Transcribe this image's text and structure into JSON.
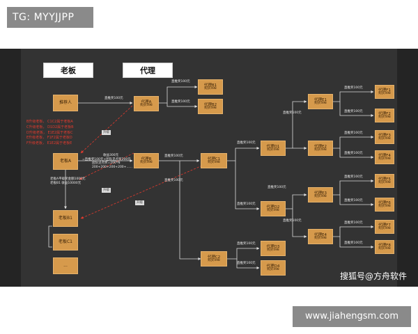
{
  "tg_badge": "TG: MYYJJPP",
  "url_badge": "www.jiahengsm.com",
  "watermark": "搜狐号@方舟软件",
  "headers": {
    "boss": "老板",
    "agent": "代理"
  },
  "nodes": {
    "referrer_a": {
      "l1": "推荐人"
    },
    "agent_a": {
      "l1": "代理A",
      "l2": "购买498"
    },
    "agent_b1": {
      "l1": "代理B1",
      "l2": "购买498"
    },
    "agent_b2": {
      "l1": "代理B2",
      "l2": "购买498"
    },
    "boss_a": {
      "l1": "老板A"
    },
    "agent_b": {
      "l1": "代理B",
      "l2": "购买498"
    },
    "agent_c1": {
      "l1": "代理C1",
      "l2": "购买498"
    },
    "agent_c2": {
      "l1": "代理C2",
      "l2": "购买498"
    },
    "agent_d1": {
      "l1": "代理D1",
      "l2": "购买498"
    },
    "agent_d2": {
      "l1": "代理D2",
      "l2": "购买498"
    },
    "agent_d3": {
      "l1": "代理D3",
      "l2": "购买498"
    },
    "agent_d4": {
      "l1": "代理D4",
      "l2": "购买498"
    },
    "agent_e1": {
      "l1": "代理E1",
      "l2": "购买498"
    },
    "agent_e2": {
      "l1": "代理E2",
      "l2": "购买498"
    },
    "agent_e3": {
      "l1": "代理E3",
      "l2": "购买498"
    },
    "agent_e4": {
      "l1": "代理E4",
      "l2": "购买498"
    },
    "agent_f1": {
      "l1": "代理F1",
      "l2": "购买498"
    },
    "agent_f2": {
      "l1": "代理F2",
      "l2": "购买498"
    },
    "agent_f3": {
      "l1": "代理F3",
      "l2": "购买498"
    },
    "agent_f4": {
      "l1": "代理F4",
      "l2": "购买498"
    },
    "agent_f5": {
      "l1": "代理F5",
      "l2": "购买498"
    },
    "agent_f6": {
      "l1": "代理F6",
      "l2": "购买498"
    },
    "agent_f7": {
      "l1": "代理F7",
      "l2": "购买498"
    },
    "agent_f8": {
      "l1": "代理F8",
      "l2": "购买498"
    },
    "boss_b1": {
      "l1": "老板B1"
    },
    "boss_c1": {
      "l1": "老板C1"
    },
    "boss_more": {
      "l1": "..."
    }
  },
  "edge_label": "直推奖100元",
  "upgrade_tag": "升级",
  "boss_income": {
    "line1": "收益300元",
    "line2": "=直推奖100元+团队见点奖200元",
    "line3": "团队见点奖=200*N",
    "line4": "200+200+200+200+......"
  },
  "boss_note": {
    "line1": "老板A平级奖金额1000元",
    "line2": "老板B1    收益10000元"
  },
  "red_note": [
    "B升级老板，    C1C2属于老板A",
    "C升级老板，    D1D2属于老板B",
    "D升级老板，    E1E2属于老板C",
    "E升级老板，    F1F2属于老板D",
    "F升级老板，    E1E2属于老板E"
  ]
}
